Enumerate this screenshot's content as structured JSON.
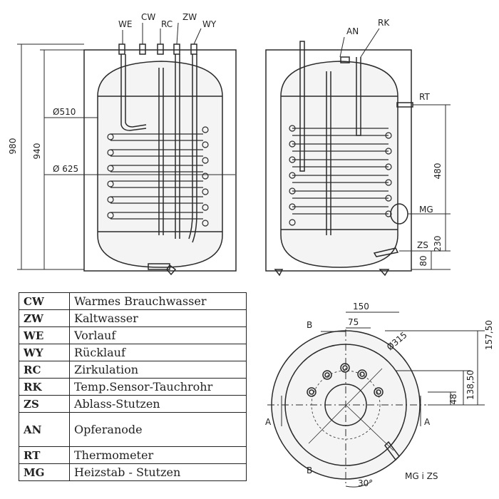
{
  "front_view": {
    "labels": {
      "we": "WE",
      "cw": "CW",
      "rc": "RC",
      "zw": "ZW",
      "wy": "WY"
    },
    "dims": {
      "height_total": "980",
      "height_body": "940",
      "dia_inner": "Ø510",
      "dia_outer": "Ø 625"
    }
  },
  "side_view": {
    "labels": {
      "an": "AN",
      "rk": "RK",
      "rt": "RT",
      "mg": "MG",
      "zs": "ZS"
    },
    "dims": {
      "d480": "480",
      "d230": "230",
      "d80": "80"
    }
  },
  "top_view": {
    "labels": {
      "b_top": "B",
      "b_bottom": "B",
      "a_left": "A",
      "a_right": "A",
      "mg_zs": "MG i ZS"
    },
    "dims": {
      "d150": "150",
      "d75": "75",
      "dia315": "Ø315",
      "d157": "157,50",
      "d138": "138,50",
      "d48": "48",
      "angle": "30°"
    }
  },
  "legend": [
    {
      "code": "CW",
      "desc": "Warmes Brauchwasser"
    },
    {
      "code": "ZW",
      "desc": "Kaltwasser"
    },
    {
      "code": "WE",
      "desc": "Vorlauf"
    },
    {
      "code": "WY",
      "desc": "Rücklauf"
    },
    {
      "code": "RC",
      "desc": "Zirkulation"
    },
    {
      "code": "RK",
      "desc": "Temp.Sensor-Tauchrohr"
    },
    {
      "code": "ZS",
      "desc": "Ablass-Stutzen"
    },
    {
      "code": "AN",
      "desc": "Opferanode"
    },
    {
      "code": "RT",
      "desc": "Thermometer"
    },
    {
      "code": "MG",
      "desc": "Heizstab - Stutzen"
    }
  ],
  "colors": {
    "line": "#2a2a2a",
    "fill": "#f4f4f4",
    "accent": "#3a3a3a"
  }
}
